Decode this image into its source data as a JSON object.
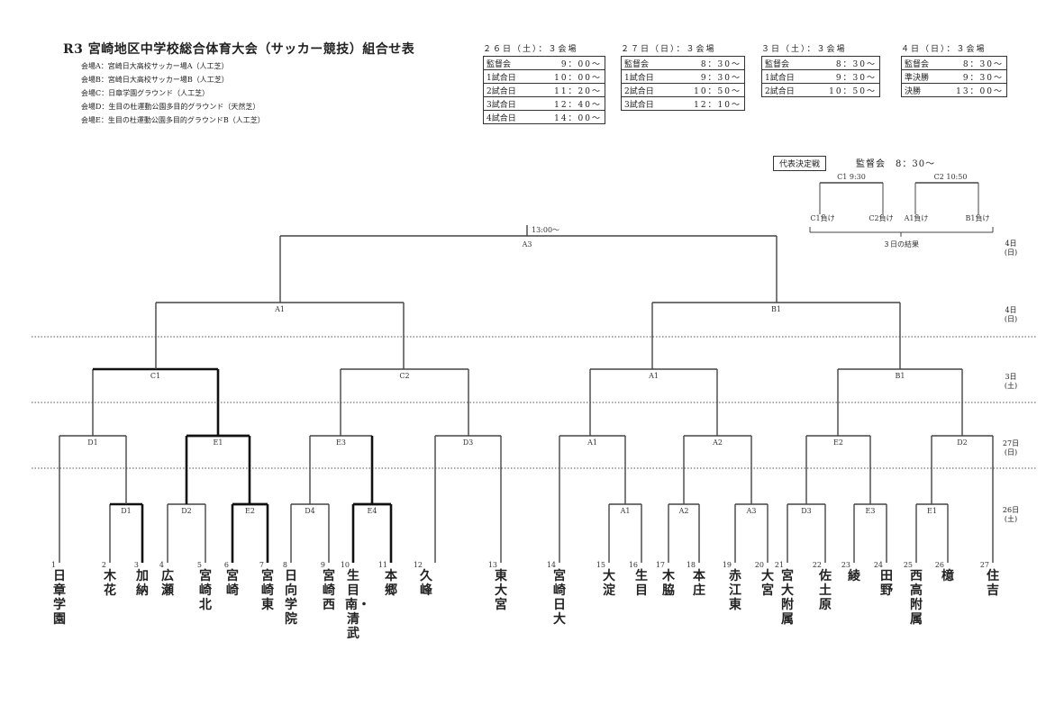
{
  "title": "R3 宮崎地区中学校総合体育大会（サッカー競技）組合せ表",
  "venues": [
    "会場A：宮崎日大高校サッカー場A（人工芝）",
    "会場B：宮崎日大高校サッカー場B（人工芝）",
    "会場C：日章学園グラウンド（人工芝）",
    "会場D：生目の杜運動公園多目的グラウンド（天然芝）",
    "会場E：生目の杜運動公園多目的グラウンドB（人工芝）"
  ],
  "schedule": [
    {
      "header": "２６日（土）：３会場",
      "rows": [
        [
          "監督会",
          "9：00～"
        ],
        [
          "1試合日",
          "10：00～"
        ],
        [
          "2試合日",
          "11：20～"
        ],
        [
          "3試合日",
          "12：40～"
        ],
        [
          "4試合日",
          "14：00～"
        ]
      ]
    },
    {
      "header": "２７日（日）：３会場",
      "rows": [
        [
          "監督会",
          "8：30～"
        ],
        [
          "1試合日",
          "9：30～"
        ],
        [
          "2試合日",
          "10：50～"
        ],
        [
          "3試合日",
          "12：10～"
        ]
      ]
    },
    {
      "header": "３日（土）：３会場",
      "rows": [
        [
          "監督会",
          "8：30～"
        ],
        [
          "1試合日",
          "9：30～"
        ],
        [
          "2試合日",
          "10：50～"
        ]
      ]
    },
    {
      "header": "４日（日）：３会場",
      "rows": [
        [
          "監督会",
          "8：30～"
        ],
        [
          "準決勝",
          "9：30～"
        ],
        [
          "決勝",
          "13：00～"
        ]
      ]
    }
  ],
  "representative": {
    "label": "代表決定戦",
    "meeting": "監督会　8：30～",
    "c1": "C1 9:30",
    "c2": "C2 10:50",
    "c1_lose": "C1負け",
    "c2_lose": "C2負け",
    "a1_lose": "A1負け",
    "b1_lose": "B1負け",
    "result": "３日の結果"
  },
  "final_time": "13:00～",
  "match_labels": {
    "final": "A3",
    "sf_left": "A1",
    "sf_right": "B1",
    "qf1": "C1",
    "qf2": "C2",
    "qf3": "A1",
    "qf4": "B1",
    "r27_1": "D1",
    "r27_2": "E1",
    "r27_3": "E3",
    "r27_4": "D3",
    "r27_5": "A1",
    "r27_6": "A2",
    "r27_7": "E2",
    "r27_8": "D2",
    "r26_1": "D1",
    "r26_2": "D2",
    "r26_3": "E2",
    "r26_4": "D4",
    "r26_5": "E4",
    "r26_6": "A1",
    "r26_7": "A2",
    "r26_8": "A3",
    "r26_9": "D3",
    "r26_10": "E3",
    "r26_11": "E1"
  },
  "day_labels": [
    {
      "d": "4日",
      "w": "(日)"
    },
    {
      "d": "4日",
      "w": "(日)"
    },
    {
      "d": "3日",
      "w": "(土)"
    },
    {
      "d": "27日",
      "w": "(日)"
    },
    {
      "d": "26日",
      "w": "(土)"
    }
  ],
  "teams": [
    {
      "n": "1",
      "name": "日章学園"
    },
    {
      "n": "2",
      "name": "木花"
    },
    {
      "n": "3",
      "name": "加納"
    },
    {
      "n": "4",
      "name": "広瀬"
    },
    {
      "n": "5",
      "name": "宮崎北"
    },
    {
      "n": "6",
      "name": "宮崎"
    },
    {
      "n": "7",
      "name": "宮崎東"
    },
    {
      "n": "8",
      "name": "日向学院"
    },
    {
      "n": "9",
      "name": "宮崎西"
    },
    {
      "n": "10",
      "name": "生目南・清武"
    },
    {
      "n": "11",
      "name": "本郷"
    },
    {
      "n": "12",
      "name": "久峰"
    },
    {
      "n": "13",
      "name": "東大宮"
    },
    {
      "n": "14",
      "name": "宮崎日大"
    },
    {
      "n": "15",
      "name": "大淀"
    },
    {
      "n": "16",
      "name": "生目"
    },
    {
      "n": "17",
      "name": "木脇"
    },
    {
      "n": "18",
      "name": "本庄"
    },
    {
      "n": "19",
      "name": "赤江東"
    },
    {
      "n": "20",
      "name": "大宮"
    },
    {
      "n": "21",
      "name": "宮大附属"
    },
    {
      "n": "22",
      "name": "佐土原"
    },
    {
      "n": "23",
      "name": "綾"
    },
    {
      "n": "24",
      "name": "田野"
    },
    {
      "n": "25",
      "name": "西高附属"
    },
    {
      "n": "26",
      "name": "檍"
    },
    {
      "n": "27",
      "name": "住吉"
    }
  ]
}
